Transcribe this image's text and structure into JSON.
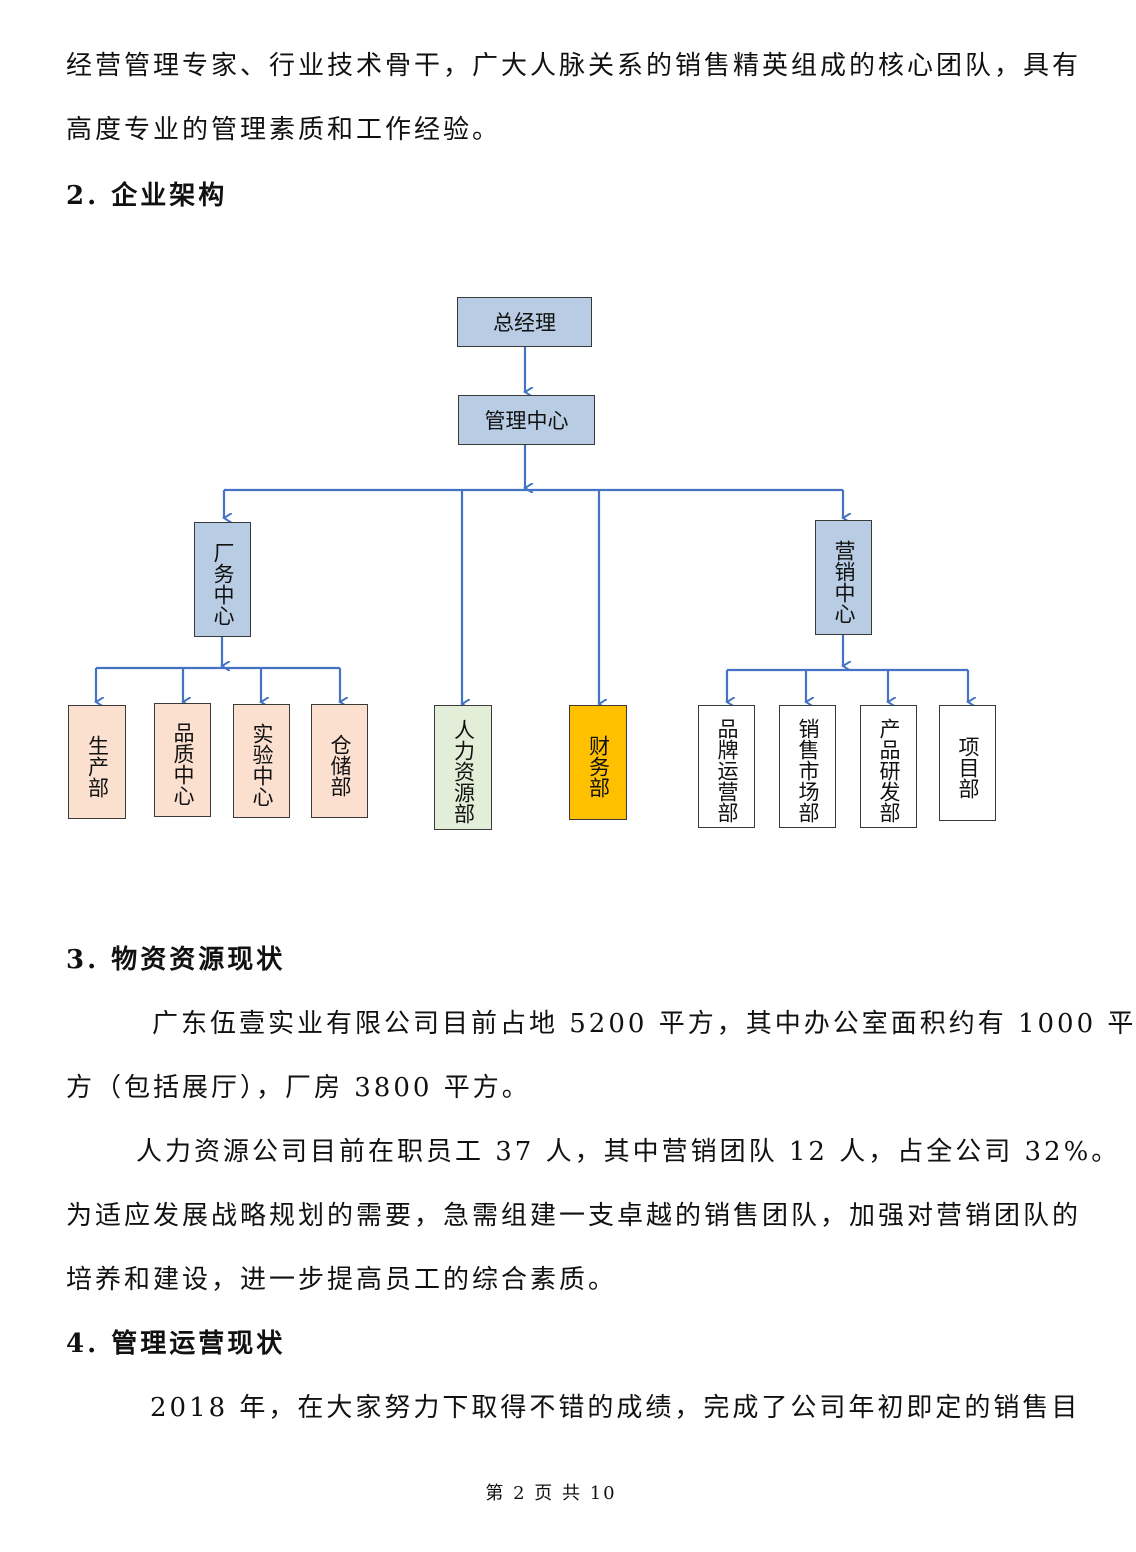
{
  "paragraphs": {
    "intro_line1": "经营管理专家、行业技术骨干，广大人脉关系的销售精英组成的核心团队，具有",
    "intro_line2": "高度专业的管理素质和工作经验。",
    "s3_p1_line1": "广东伍壹实业有限公司目前占地 5200 平方，其中办公室面积约有 1000 平",
    "s3_p1_line2": "方（包括展厅），厂房 3800 平方。",
    "s3_p2_line1": "人力资源公司目前在职员工 37 人，其中营销团队 12 人，占全公司 32%。",
    "s3_p2_line2": "为适应发展战略规划的需要，急需组建一支卓越的销售团队，加强对营销团队的",
    "s3_p2_line3": "培养和建设，进一步提高员工的综合素质。",
    "s4_p1_line1": "2018 年，在大家努力下取得不错的成绩，完成了公司年初即定的销售目"
  },
  "headings": {
    "s2": "2. 企业架构",
    "s3": "3. 物资资源现状",
    "s4": "4. 管理运营现状"
  },
  "org_chart": {
    "general_manager": "总经理",
    "management_center": "管理中心",
    "factory_center": "厂务中心",
    "hr": "人力资源部",
    "finance": "财务部",
    "marketing_center": "营销中心",
    "factory_depts": [
      "生产部",
      "品质中心",
      "实验中心",
      "仓储部"
    ],
    "marketing_depts": [
      "品牌运营部",
      "销售市场部",
      "产品研发部",
      "项目部"
    ],
    "colors": {
      "top": "#b8cce4",
      "factory_dept": "#fbe0d0",
      "hr": "#e2eed7",
      "finance": "#ffc000",
      "marketing_dept": "#ffffff",
      "line": "#4472c4"
    }
  },
  "footer": {
    "page": "第 2 页 共 10"
  }
}
